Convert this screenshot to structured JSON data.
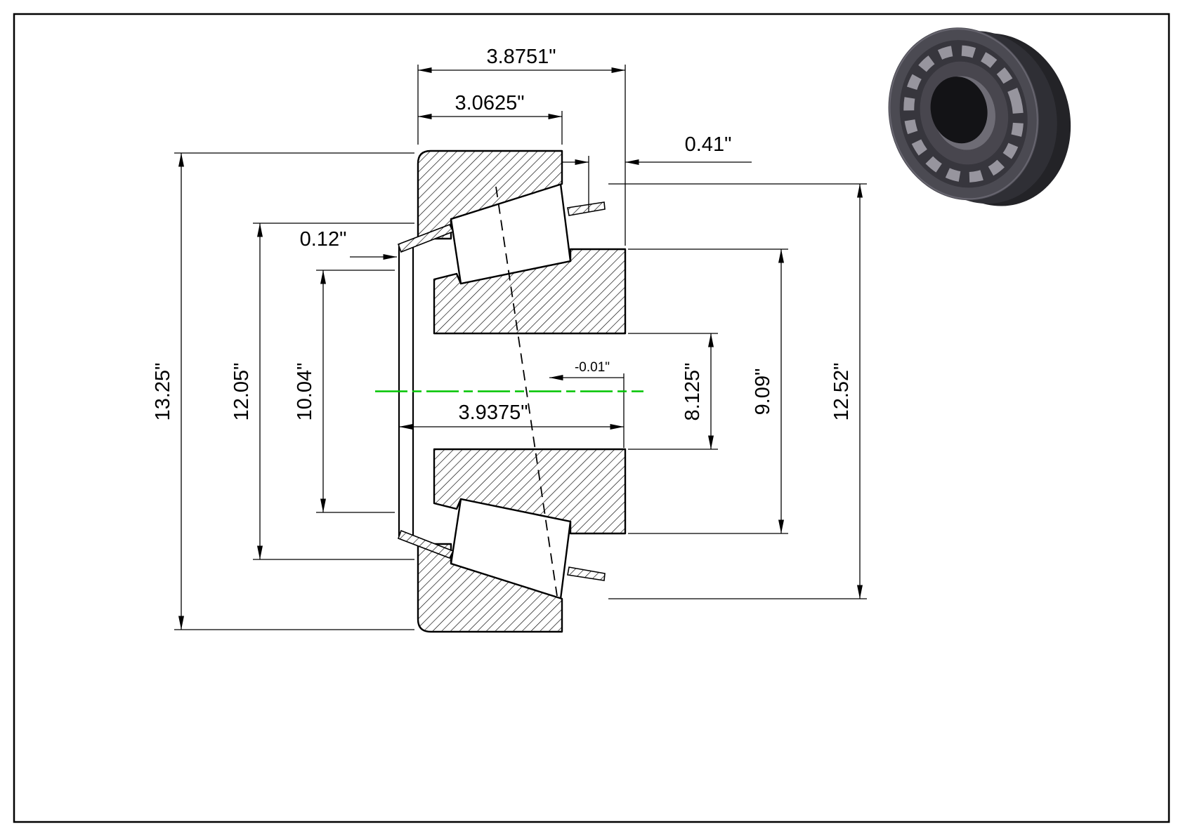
{
  "dims": {
    "top_width_outer": "3.8751\"",
    "top_width_inner": "3.0625\"",
    "top_right_offset": "0.41\"",
    "left_lip_thickness": "0.12\"",
    "left_dia_outermost": "13.25\"",
    "left_dia_middle": "12.05\"",
    "left_dia_inner": "10.04\"",
    "center_width": "3.9375\"",
    "center_offset": "-0.01\"",
    "right_dia_bore": "8.125\"",
    "right_dia_middle": "9.09\"",
    "right_dia_outer": "12.52\""
  },
  "colors": {
    "centerline_green": "#00c400",
    "line": "#000000",
    "background": "#ffffff"
  },
  "illustration": {
    "name": "tapered-roller-bearing-3d-render"
  }
}
